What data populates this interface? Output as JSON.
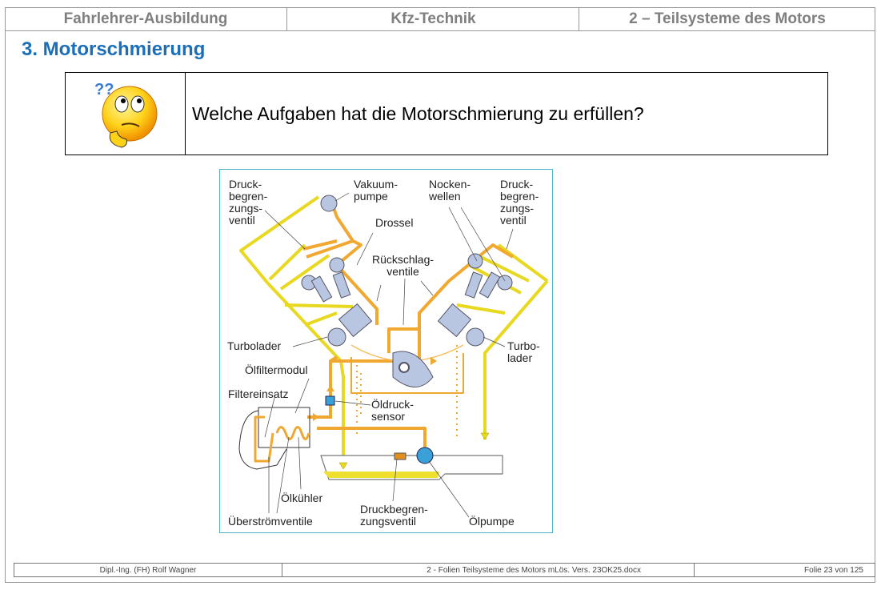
{
  "header": {
    "left": "Fahrlehrer-Ausbildung",
    "center": "Kfz-Technik",
    "right": "2 – Teilsysteme des Motors"
  },
  "title": "3. Motorschmierung",
  "question": {
    "icon": "thinking-emoji-icon",
    "text": "Welche Aufgaben hat die Motorschmierung zu erfüllen?"
  },
  "diagram": {
    "labels": {
      "druckbegrenzungsventil_left": "Druck-\nbegren-\nzungs-\nventil",
      "vakuumpumpe": "Vakuum-\npumpe",
      "drossel": "Drossel",
      "nockenwellen": "Nocken-\nwellen",
      "druckbegrenzungsventil_right": "Druck-\nbegren-\nzungs-\nventil",
      "rueckschlagventile": "Rückschlag-\nventile",
      "turbolader_left": "Turbolader",
      "turbolader_right": "Turbo-\nlader",
      "oelfiltermodul": "Ölfiltermodul",
      "filtereinsatz": "Filtereinsatz",
      "oeldrucksensor": "Öldruck-\nsensor",
      "oelkuehler": "Ölkühler",
      "ueberstroemventile": "Überströmventile",
      "druckbegrenzungsventil_bottom": "Druckbegren-\nzungsventil",
      "oelpumpe": "Ölpumpe"
    }
  },
  "footer": {
    "author": "Dipl.-Ing. (FH) Rolf Wagner",
    "file": "2 - Folien  Teilsysteme des Motors mLös. Vers. 23OK25.docx",
    "slide": "Folie   23 von   125"
  },
  "colors": {
    "title": "#1b6fb8",
    "oil_pressure": "#f0a830",
    "oil_return": "#f2e22a",
    "frame": "#4ab4c4"
  }
}
